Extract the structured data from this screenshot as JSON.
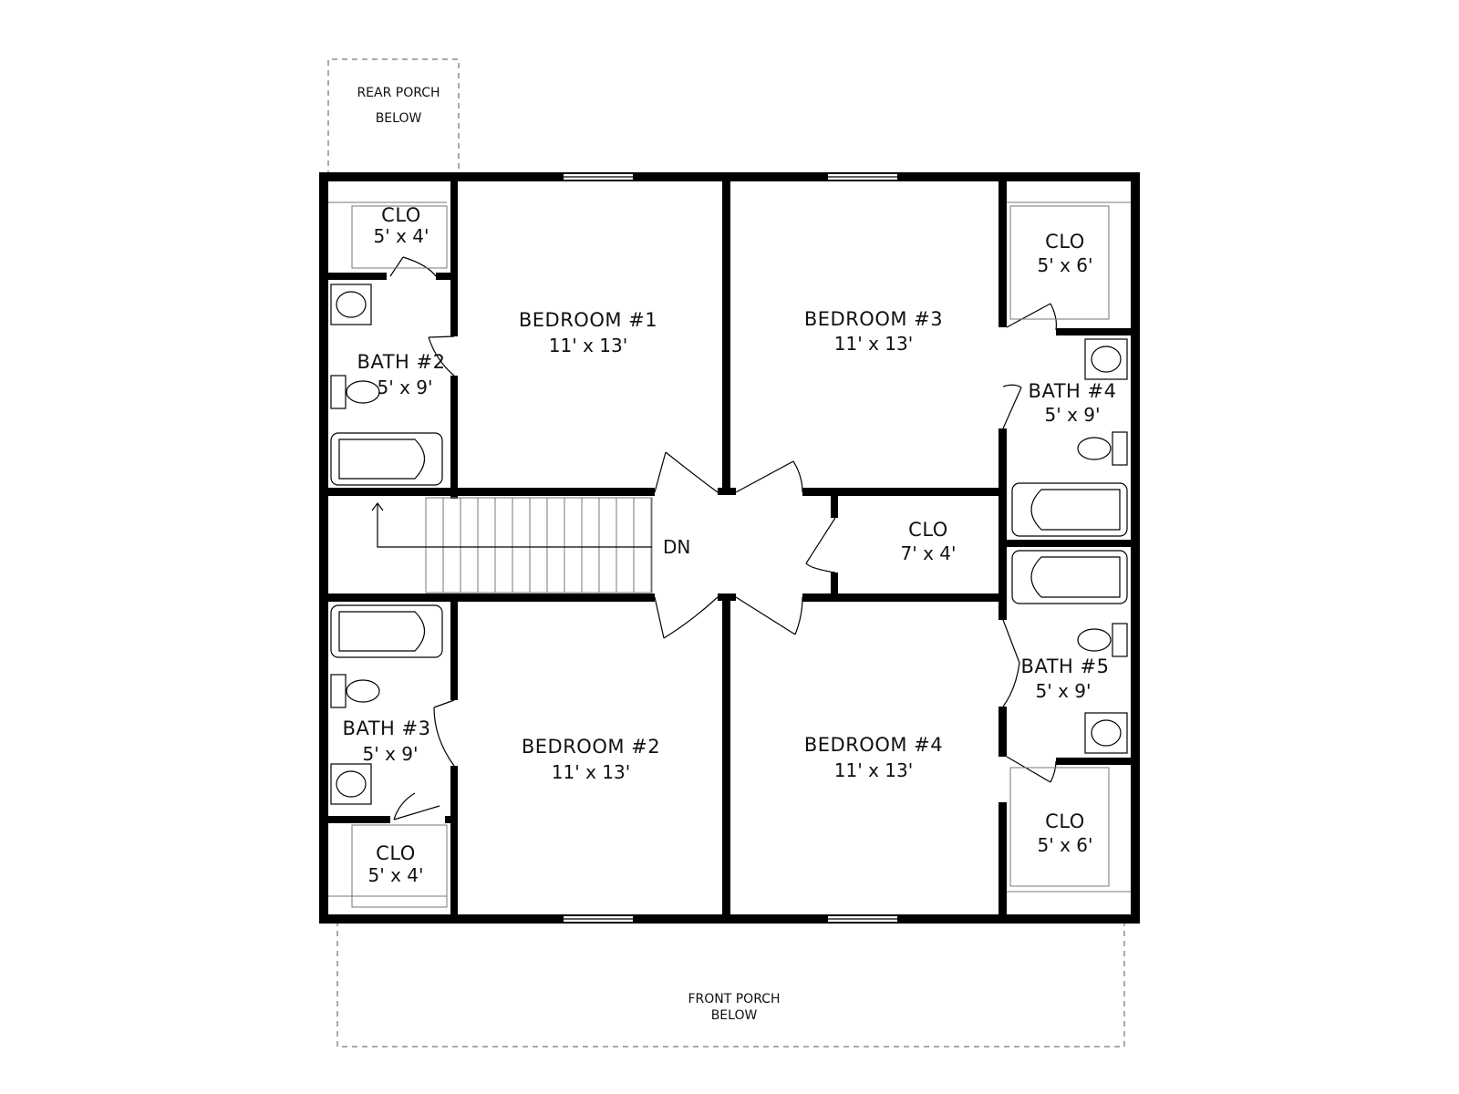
{
  "rooms": {
    "bedroom1": {
      "name": "BEDROOM #1",
      "dim": "11' x 13'"
    },
    "bedroom2": {
      "name": "BEDROOM #2",
      "dim": "11' x 13'"
    },
    "bedroom3": {
      "name": "BEDROOM #3",
      "dim": "11' x 13'"
    },
    "bedroom4": {
      "name": "BEDROOM #4",
      "dim": "11' x 13'"
    },
    "bath2": {
      "name": "BATH #2",
      "dim": "5' x 9'"
    },
    "bath3": {
      "name": "BATH #3",
      "dim": "5' x 9'"
    },
    "bath4": {
      "name": "BATH #4",
      "dim": "5' x 9'"
    },
    "bath5": {
      "name": "BATH #5",
      "dim": "5' x 9'"
    },
    "clo_tl": {
      "name": "CLO",
      "dim": "5' x 4'"
    },
    "clo_bl": {
      "name": "CLO",
      "dim": "5' x 4'"
    },
    "clo_tr": {
      "name": "CLO",
      "dim": "5' x 6'"
    },
    "clo_br": {
      "name": "CLO",
      "dim": "5' x 6'"
    },
    "clo_hall": {
      "name": "CLO",
      "dim": "7' x 4'"
    }
  },
  "stair_label": "DN",
  "rear_porch": {
    "line1": "REAR PORCH",
    "line2": "BELOW"
  },
  "front_porch": {
    "line1": "FRONT PORCH",
    "line2": "BELOW"
  }
}
